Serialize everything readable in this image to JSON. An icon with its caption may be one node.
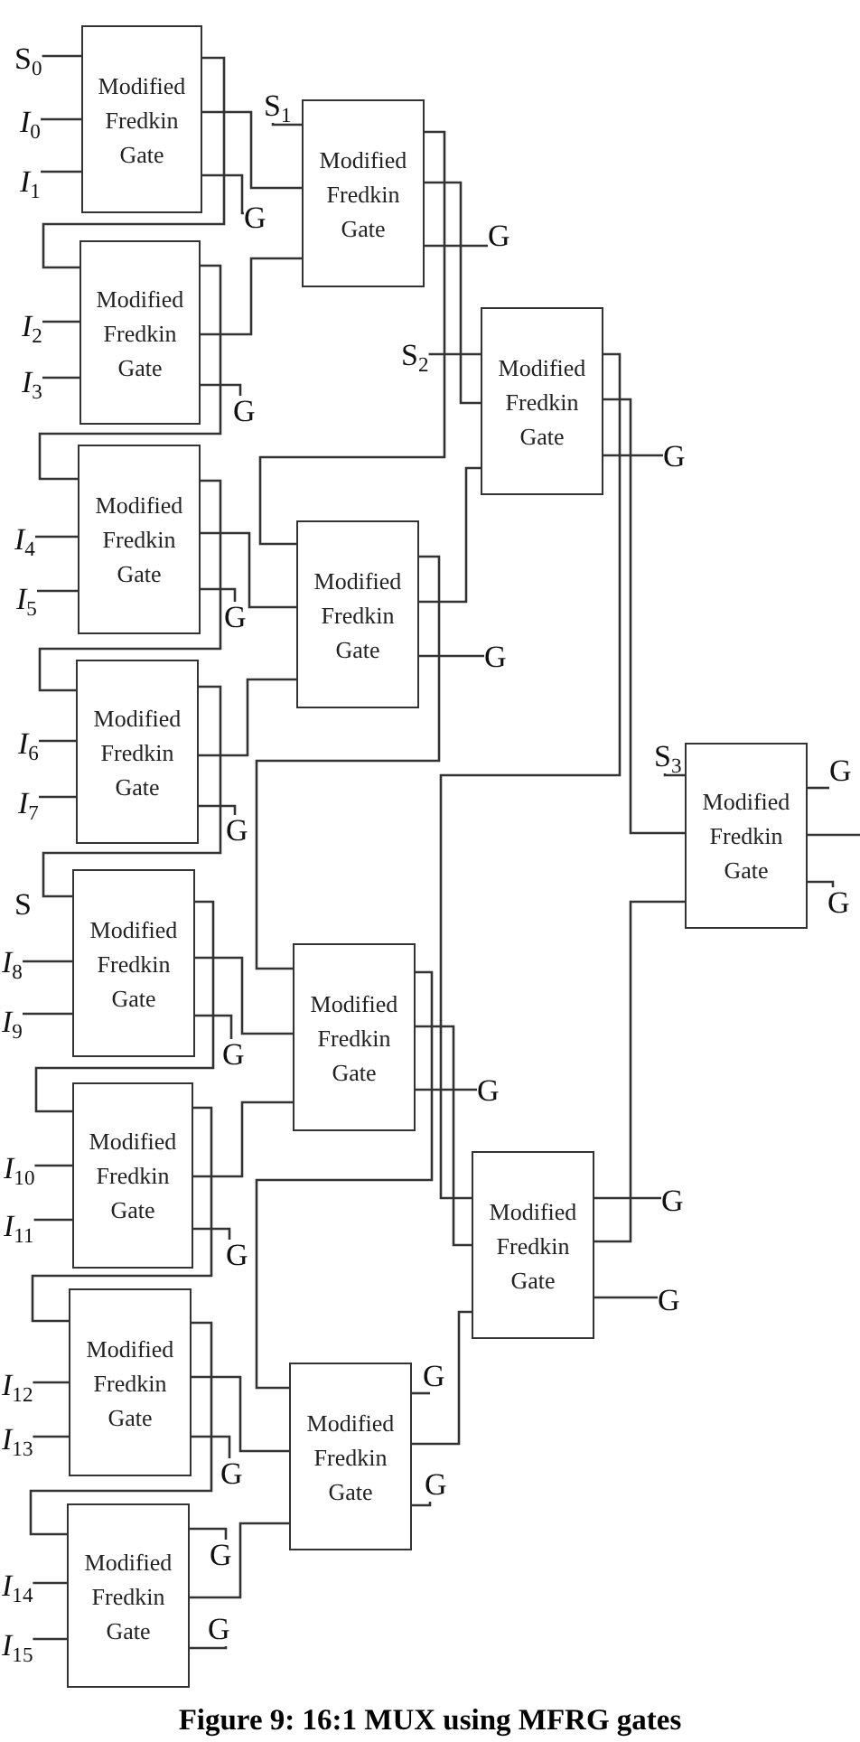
{
  "diagram": {
    "caption": "Figure 9: 16:1 MUX using MFRG gates",
    "nodes": [
      {
        "text": [
          "Modified Fredkin Gate"
        ]
      },
      {
        "text": [
          "Modified Fredkin Gate"
        ]
      },
      {
        "text": [
          "Modified Fredkin Gate"
        ]
      },
      {
        "text": [
          "Modified Fredkin Gate"
        ]
      },
      {
        "text": [
          "Modified Fredkin Gate"
        ]
      },
      {
        "text": [
          "Modified Fredkin Gate"
        ]
      },
      {
        "text": [
          "Modified Fredkin Gate"
        ]
      },
      {
        "text": [
          "Modified Fredkin Gate"
        ]
      },
      {
        "text": [
          "Modified Fredkin Gate"
        ]
      },
      {
        "text": [
          "Modified Fredkin Gate"
        ]
      },
      {
        "text": [
          "Modified Fredkin Gate"
        ]
      },
      {
        "text": [
          "Modified Fredkin Gate"
        ]
      },
      {
        "text": [
          "Modified Fredkin Gate"
        ]
      },
      {
        "text": [
          "Modified Fredkin Gate"
        ]
      },
      {
        "text": [
          "Modified Fredkin Gate"
        ]
      },
      {
        "text": [
          "S$_{0}$"
        ]
      },
      {
        "text": [
          "*I*$_{0}$"
        ]
      },
      {
        "text": [
          "*I*$_{1}$"
        ]
      },
      {
        "text": [
          "S$_{1}$"
        ]
      },
      {
        "text": [
          "*I*$_{2}$"
        ]
      },
      {
        "text": [
          "*I*$_{3}$"
        ]
      },
      {
        "text": [
          "S$_{2}$"
        ]
      },
      {
        "text": [
          "*I*$_{4}$"
        ]
      },
      {
        "text": [
          "*I*$_{5}$"
        ]
      },
      {
        "text": [
          "*I*$_{6}$"
        ]
      },
      {
        "text": [
          "*I*$_{7}$"
        ]
      },
      {
        "text": [
          "*I*$_{8}$"
        ]
      },
      {
        "text": [
          "*I*$_{9}$"
        ]
      },
      {
        "text": [
          "*I*$_{10}$"
        ]
      },
      {
        "text": [
          "*I*$_{11}$"
        ]
      },
      {
        "text": [
          "S$_{3}$"
        ]
      },
      {
        "text": [
          "*I*$_{12}$"
        ]
      },
      {
        "text": [
          "*I*$_{13}$"
        ]
      },
      {
        "text": [
          "*I*$_{14}$"
        ]
      },
      {
        "text": [
          "*I*$_{15}$"
        ]
      },
      {
        "text": [
          "G"
        ]
      },
      {
        "text": [
          "G"
        ]
      },
      {
        "text": [
          "G"
        ]
      },
      {
        "text": [
          "G"
        ]
      },
      {
        "text": [
          "G"
        ]
      },
      {
        "text": [
          "G"
        ]
      },
      {
        "text": [
          "G"
        ]
      },
      {
        "text": [
          "G"
        ]
      },
      {
        "text": [
          "G"
        ]
      },
      {
        "text": [
          "G"
        ]
      },
      {
        "text": [
          "G"
        ]
      },
      {
        "text": [
          "G"
        ]
      },
      {
        "text": [
          "G"
        ]
      },
      {
        "text": [
          "G"
        ]
      },
      {
        "text": [
          "G"
        ]
      },
      {
        "text": [
          "G"
        ]
      },
      {
        "text": [
          "G"
        ]
      },
      {
        "text": [
          "G"
        ]
      },
      {
        "text": [
          "G"
        ]
      }
    ],
    "edges": [
      {
        "from": 15,
        "to": 0,
        "arrow": "none"
      },
      {
        "from": 16,
        "to": 0,
        "arrow": "none"
      },
      {
        "from": 17,
        "to": 0,
        "arrow": "none"
      },
      {
        "from": 18,
        "to": 8,
        "arrow": "none"
      },
      {
        "from": 19,
        "to": 1,
        "arrow": "none"
      },
      {
        "from": 20,
        "to": 1,
        "arrow": "none"
      },
      {
        "from": 21,
        "to": 12,
        "arrow": "none"
      },
      {
        "from": 22,
        "to": 2,
        "arrow": "none"
      },
      {
        "from": 23,
        "to": 2,
        "arrow": "none"
      },
      {
        "from": 24,
        "to": 3,
        "arrow": "none"
      },
      {
        "from": 25,
        "to": 3,
        "arrow": "none"
      },
      {
        "from": 26,
        "to": 4,
        "arrow": "none"
      },
      {
        "from": 27,
        "to": 4,
        "arrow": "none"
      },
      {
        "from": 28,
        "to": 5,
        "arrow": "none"
      },
      {
        "from": 29,
        "to": 5,
        "arrow": "none"
      },
      {
        "from": 30,
        "to": 14,
        "arrow": "none"
      },
      {
        "from": 31,
        "to": 6,
        "arrow": "none"
      },
      {
        "from": 32,
        "to": 6,
        "arrow": "none"
      },
      {
        "from": 33,
        "to": 7,
        "arrow": "none"
      },
      {
        "from": 34,
        "to": 7,
        "arrow": "none"
      },
      {
        "from": 0,
        "to": 1,
        "arrow": "none"
      },
      {
        "from": 1,
        "to": 2,
        "arrow": "none"
      },
      {
        "from": 2,
        "to": 3,
        "arrow": "none"
      },
      {
        "from": 3,
        "to": 4,
        "arrow": "none"
      },
      {
        "from": 4,
        "to": 5,
        "arrow": "none"
      },
      {
        "from": 5,
        "to": 6,
        "arrow": "none"
      },
      {
        "from": 6,
        "to": 7,
        "arrow": "none"
      },
      {
        "from": 8,
        "to": 9,
        "arrow": "none"
      },
      {
        "from": 9,
        "to": 10,
        "arrow": "none"
      },
      {
        "from": 10,
        "to": 11,
        "arrow": "none"
      },
      {
        "from": 12,
        "to": 13,
        "arrow": "none"
      },
      {
        "from": 0,
        "to": 8,
        "arrow": "none"
      },
      {
        "from": 1,
        "to": 8,
        "arrow": "none"
      },
      {
        "from": 2,
        "to": 9,
        "arrow": "none"
      },
      {
        "from": 3,
        "to": 9,
        "arrow": "none"
      },
      {
        "from": 4,
        "to": 10,
        "arrow": "none"
      },
      {
        "from": 5,
        "to": 10,
        "arrow": "none"
      },
      {
        "from": 6,
        "to": 11,
        "arrow": "none"
      },
      {
        "from": 7,
        "to": 11,
        "arrow": "none"
      },
      {
        "from": 8,
        "to": 12,
        "arrow": "none"
      },
      {
        "from": 9,
        "to": 12,
        "arrow": "none"
      },
      {
        "from": 10,
        "to": 13,
        "arrow": "none"
      },
      {
        "from": 11,
        "to": 13,
        "arrow": "none"
      },
      {
        "from": 12,
        "to": 14,
        "arrow": "none"
      },
      {
        "from": 13,
        "to": 14,
        "arrow": "none"
      },
      {
        "from": 14,
        "to": null,
        "arrow": "none"
      },
      {
        "from": 0,
        "to": 35,
        "arrow": "none"
      },
      {
        "from": 1,
        "to": 36,
        "arrow": "none"
      },
      {
        "from": 2,
        "to": 37,
        "arrow": "none"
      },
      {
        "from": 3,
        "to": 38,
        "arrow": "none"
      },
      {
        "from": 4,
        "to": 39,
        "arrow": "none"
      },
      {
        "from": 5,
        "to": 40,
        "arrow": "none"
      },
      {
        "from": 6,
        "to": 41,
        "arrow": "none"
      },
      {
        "from": 7,
        "to": 42,
        "arrow": "none"
      },
      {
        "from": 7,
        "to": 43,
        "arrow": "none"
      },
      {
        "from": 8,
        "to": 44,
        "arrow": "none"
      },
      {
        "from": 9,
        "to": 45,
        "arrow": "none"
      },
      {
        "from": 10,
        "to": 46,
        "arrow": "none"
      },
      {
        "from": 11,
        "to": 47,
        "arrow": "none"
      },
      {
        "from": 11,
        "to": 48,
        "arrow": "none"
      },
      {
        "from": 12,
        "to": 49,
        "arrow": "none"
      },
      {
        "from": 13,
        "to": 50,
        "arrow": "none"
      },
      {
        "from": 13,
        "to": 51,
        "arrow": "none"
      },
      {
        "from": 14,
        "to": 52,
        "arrow": "none"
      },
      {
        "from": 14,
        "to": 53,
        "arrow": "none"
      }
    ],
    "labels": [
      "S"
    ]
  }
}
